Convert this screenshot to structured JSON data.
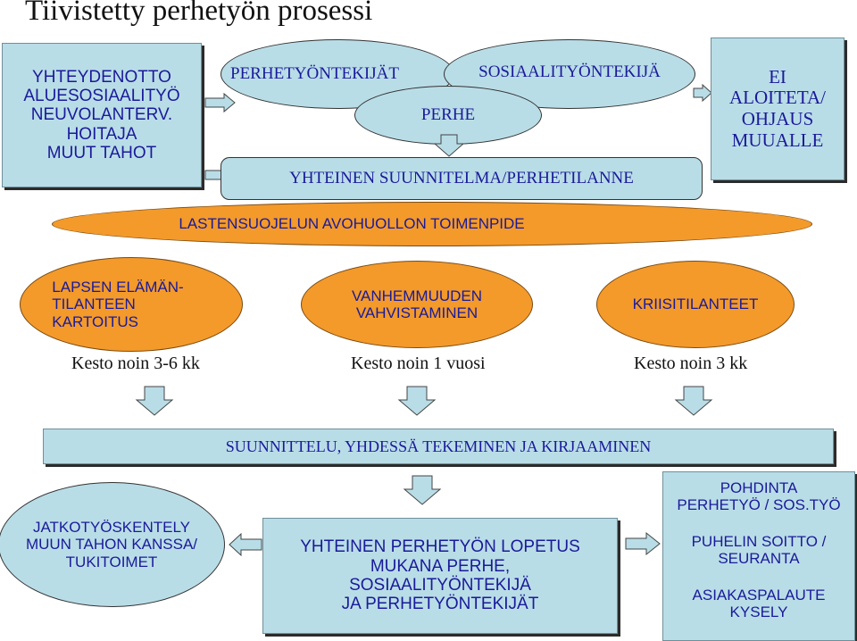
{
  "title": "Tiivistetty perhetyön prosessi",
  "contact_box": "YHTEYDENOTTO\nALUESOSIAALITYÖ\nNEUVOLANTERV.\nHOITAJA\nMUUT TAHOT",
  "ellipse_perhetyontekijat": "PERHETYÖNTEKIJÄT",
  "ellipse_sosiaalityontekija": "SOSIAALITYÖNTEKIJÄ",
  "ellipse_perhe": "PERHE",
  "joint_plan_box": "YHTEINEN SUUNNITELMA/PERHETILANNE",
  "no_start_box": "EI\nALOITETA/\nOHJAUS\nMUUALLE",
  "child_welfare_measure": "LASTENSUOJELUN AVOHUOLLON TOIMENPIDE",
  "phases": [
    {
      "label": "LAPSEN ELÄMÄN-\nTILANTEEN\nKARTOITUS",
      "duration": "Kesto noin 3-6 kk"
    },
    {
      "label": "VANHEMMUUDEN\nVAHVISTAMINEN",
      "duration": "Kesto noin 1 vuosi"
    },
    {
      "label": "KRIISITILANTEET",
      "duration": "Kesto noin 3 kk"
    }
  ],
  "planning_box": "SUUNNITTELU, YHDESSÄ TEKEMINEN  JA KIRJAAMINEN",
  "followup_ellipse": "JATKOTYÖSKENTELY\nMUUN TAHON KANSSA/\nTUKITOIMET",
  "ending_box": "YHTEINEN PERHETYÖN LOPETUS\nMUKANA PERHE,\nSOSIAALITYÖNTEKIJÄ\nJA PERHETYÖNTEKIJÄT",
  "reflection_box": {
    "line1": "POHDINTA\nPERHETYÖ / SOS.TYÖ",
    "line2": "PUHELIN SOITTO /\nSEURANTA",
    "line3": "ASIAKASPALAUTE\nKYSELY"
  },
  "colors": {
    "box_fill": "#b9dde7",
    "orange": "#f39a2b",
    "text_blue": "#1a1a9a"
  }
}
